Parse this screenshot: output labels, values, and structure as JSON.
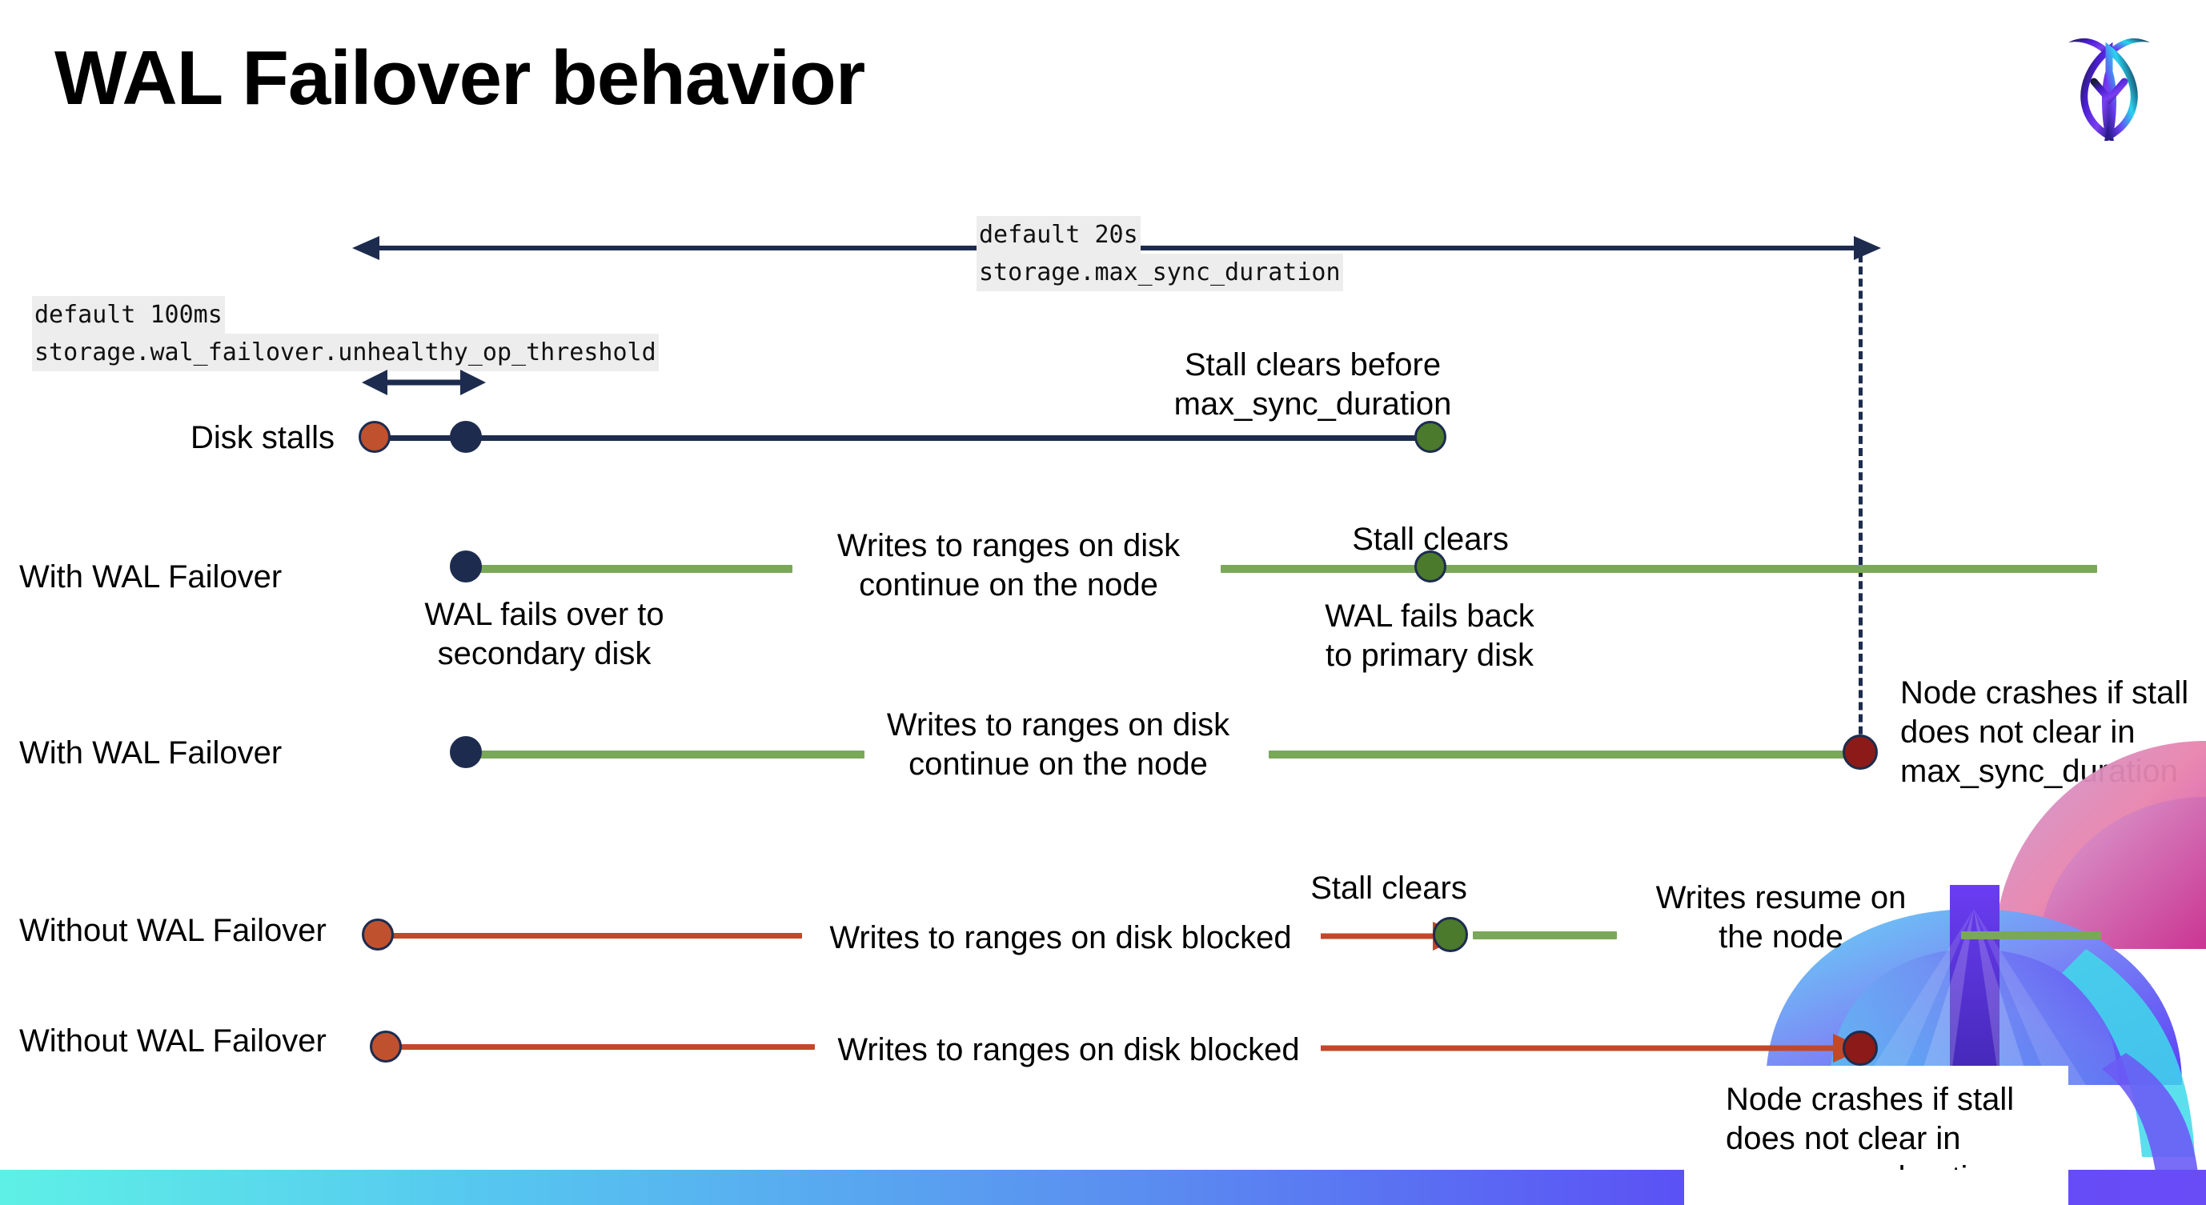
{
  "slide": {
    "title": "WAL Failover behavior",
    "logo_name": "cockroachdb-logo"
  },
  "settings": {
    "max_sync_duration": {
      "default_label": "default 20s",
      "setting_label": "storage.max_sync_duration"
    },
    "unhealthy_op_threshold": {
      "default_label": "default 100ms",
      "setting_label": "storage.wal_failover.unhealthy_op_threshold"
    }
  },
  "rows": [
    {
      "label": "Disk stalls",
      "annotation_above": "Stall clears before\nmax_sync_duration",
      "annotation_above_line1": "Stall clears before",
      "annotation_above_line2": "max_sync_duration"
    },
    {
      "label": "With WAL Failover",
      "note_middle_line1": "Writes to ranges on disk",
      "note_middle_line2": "continue on the node",
      "note_above_line1": "Stall clears",
      "note_below_line1": "WAL fails over to",
      "note_below_line2": "secondary disk",
      "note_below2_line1": "WAL fails  back",
      "note_below2_line2": "to primary disk"
    },
    {
      "label": "With WAL Failover",
      "note_middle_line1": "Writes to ranges on disk",
      "note_middle_line2": "continue on the node",
      "note_right_line1": "Node crashes if stall",
      "note_right_line2": "does not clear in",
      "note_right_line3": "max_sync_duration"
    },
    {
      "label": "Without WAL Failover",
      "note_middle": "Writes to ranges on disk  blocked",
      "note_above": "Stall clears",
      "note_right_line1": "Writes resume on",
      "note_right_line2": "the node"
    },
    {
      "label": "Without WAL Failover",
      "note_middle": "Writes to ranges on disk  blocked",
      "note_card_line1": "Node crashes if stall",
      "note_card_line2": "does not clear in",
      "note_card_line3": "max_sync_duration"
    }
  ],
  "colors": {
    "navy": "#1d2c4e",
    "green_line": "#7aa859",
    "green_dot": "#4b7a2c",
    "orange_line": "#c2482a",
    "orange_dot": "#c0512f",
    "dark_red_dot": "#8b1a18",
    "code_bg": "#ededed"
  },
  "icons": {
    "arrow_left": "arrow-left-icon",
    "arrow_right": "arrow-right-icon",
    "double_arrow": "double-headed-arrow-icon"
  }
}
